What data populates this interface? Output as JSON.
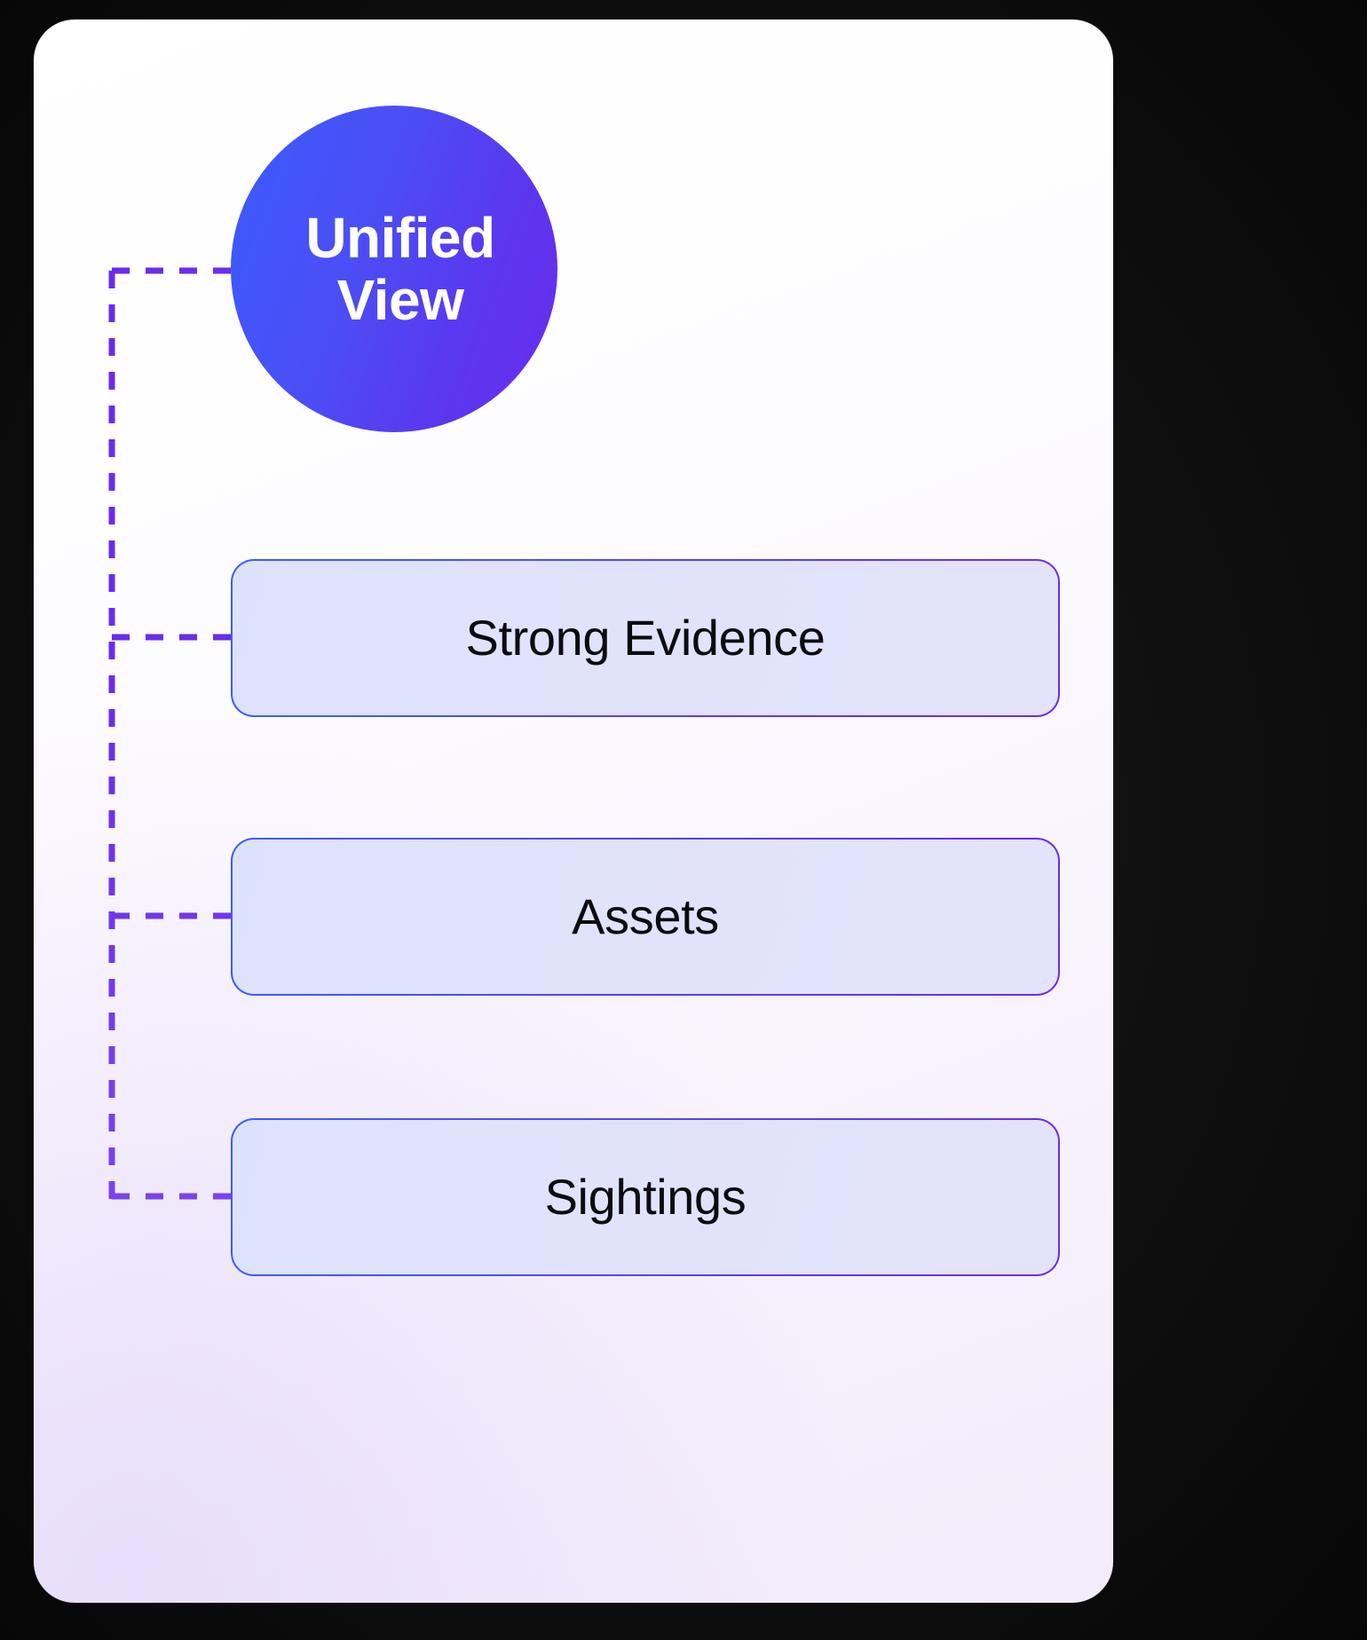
{
  "diagram": {
    "type": "hub-and-spoke",
    "title": "Unified View",
    "hub": {
      "id": "unified-view",
      "label": "Unified\nView",
      "shape": "circle",
      "gradient_from": "#3b5bfd",
      "gradient_to": "#6a2ceb",
      "text_color": "#ffffff"
    },
    "connector": {
      "style": "dashed",
      "color": "#6b2ceb",
      "thickness": 6,
      "dash": "18 18"
    },
    "nodes": [
      {
        "id": "strong-evidence",
        "label": "Strong Evidence",
        "shape": "rounded-rect",
        "fill": "#dfe3fb",
        "border_gradient_from": "#3c5cfd",
        "border_gradient_to": "#6d2bea",
        "text_color": "#0b0b10"
      },
      {
        "id": "assets",
        "label": "Assets",
        "shape": "rounded-rect",
        "fill": "#dfe3fb",
        "border_gradient_from": "#3c5cfd",
        "border_gradient_to": "#6d2bea",
        "text_color": "#0b0b10"
      },
      {
        "id": "sightings",
        "label": "Sightings",
        "shape": "rounded-rect",
        "fill": "#dfe3fb",
        "border_gradient_from": "#3c5cfd",
        "border_gradient_to": "#6d2bea",
        "text_color": "#0b0b10"
      }
    ],
    "edges": [
      {
        "from": "unified-view",
        "to": "strong-evidence"
      },
      {
        "from": "unified-view",
        "to": "assets"
      },
      {
        "from": "unified-view",
        "to": "sightings"
      }
    ],
    "canvas": {
      "card_background": "#ffffff",
      "outer_background": "#000000"
    }
  }
}
